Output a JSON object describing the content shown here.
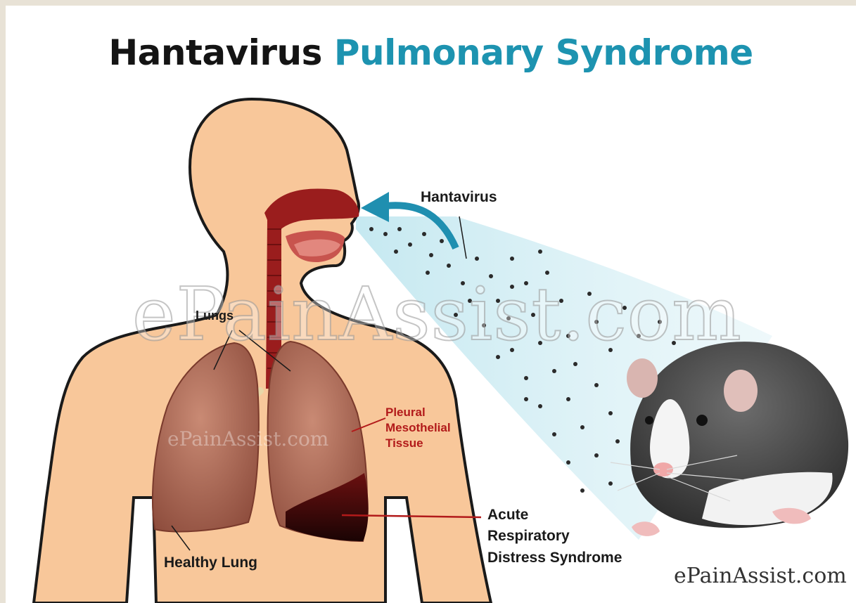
{
  "title": {
    "part1": "Hantavirus",
    "part2": "Pulmonary Syndrome"
  },
  "labels": {
    "hantavirus": "Hantavirus",
    "lungs": "Lungs",
    "pleural_line1": "Pleural",
    "pleural_line2": "Mesothelial",
    "pleural_line3": "Tissue",
    "acute_line1": "Acute",
    "acute_line2": "Respiratory",
    "acute_line3": "Distress Syndrome",
    "healthy_lung": "Healthy Lung"
  },
  "watermarks": {
    "big": "ePainAssist.com",
    "small": "ePainAssist.com",
    "corner": "ePainAssist.com"
  },
  "colors": {
    "title_dark": "#141414",
    "title_accent": "#1d93b0",
    "skin": "#f8c79a",
    "airway": "#9a1d1d",
    "lung": "#b36e5a",
    "label_red": "#b21a1a",
    "arrow": "#1f8fb0",
    "spray": "#bfe6ef"
  }
}
